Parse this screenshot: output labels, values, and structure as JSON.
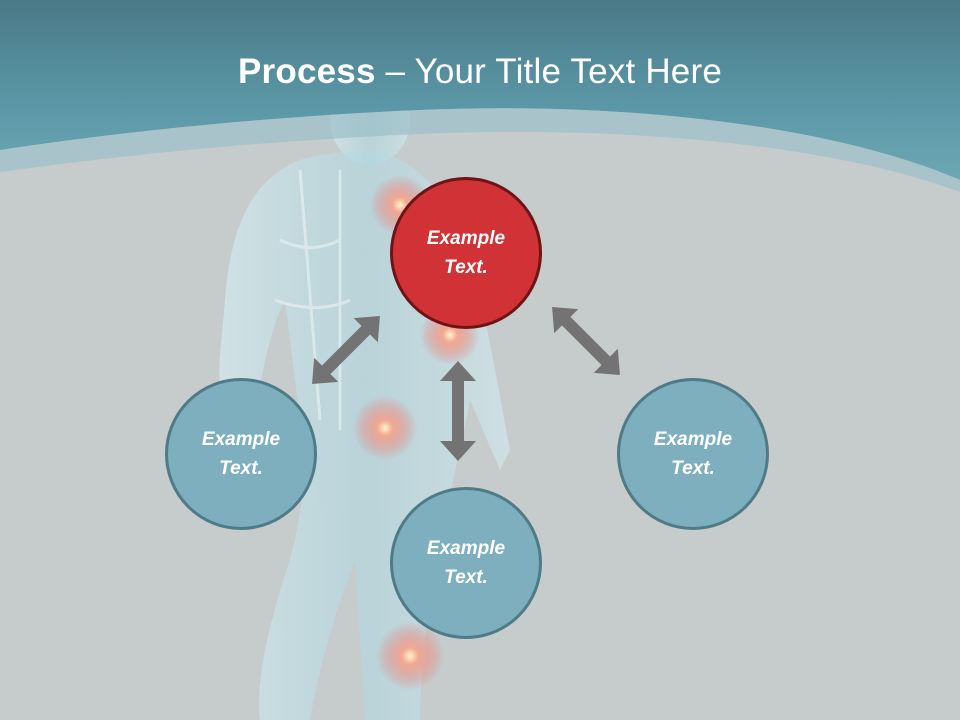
{
  "title": {
    "bold": "Process",
    "rest": " – Your Title Text Here"
  },
  "circles": {
    "top": {
      "line1": "Example",
      "line2": "Text."
    },
    "left": {
      "line1": "Example",
      "line2": "Text."
    },
    "right": {
      "line1": "Example",
      "line2": "Text."
    },
    "bottom": {
      "line1": "Example",
      "line2": "Text."
    }
  },
  "colors": {
    "header": "#5a97a6",
    "background": "#c6cbcb",
    "circle_teal": "#7eafbe",
    "circle_red": "#d03236",
    "arrow": "#727272"
  }
}
